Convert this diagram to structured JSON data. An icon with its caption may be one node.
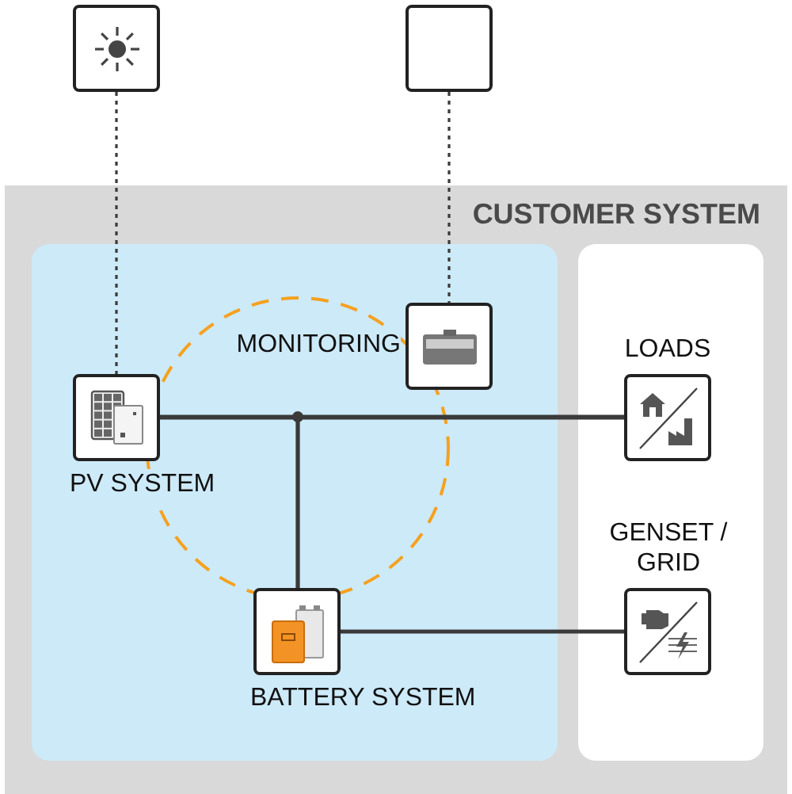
{
  "diagram": {
    "nodes": [
      {
        "text": [
          "CUSTOMER SYSTEM"
        ]
      },
      {
        "text": [],
        "shape": "box",
        "in": 0
      },
      {
        "text": [],
        "shape": "box",
        "in": 0
      },
      {
        "text": [],
        "shape": "box"
      },
      {
        "text": [],
        "shape": "box"
      },
      {
        "text": [
          "PV SYSTEM"
        ],
        "in": 1
      },
      {
        "text": [
          "MONITORING"
        ],
        "in": 1
      },
      {
        "text": [
          "BATTERY SYSTEM"
        ],
        "in": 1
      },
      {
        "text": [
          "LOADS"
        ],
        "in": 2
      },
      {
        "text": [
          "GENSET / GRID"
        ],
        "in": 2
      }
    ],
    "edges": [
      {
        "from": 3,
        "to": 5,
        "arrow": "none",
        "style": "dashed"
      },
      {
        "from": 4,
        "to": 6,
        "arrow": "none",
        "style": "dashed"
      },
      {
        "from": 5,
        "to": 8,
        "arrow": "none"
      },
      {
        "from": 5,
        "to": 7,
        "arrow": "none"
      },
      {
        "from": 7,
        "to": 8,
        "arrow": "none"
      },
      {
        "from": 7,
        "to": 9,
        "arrow": "none"
      }
    ]
  }
}
